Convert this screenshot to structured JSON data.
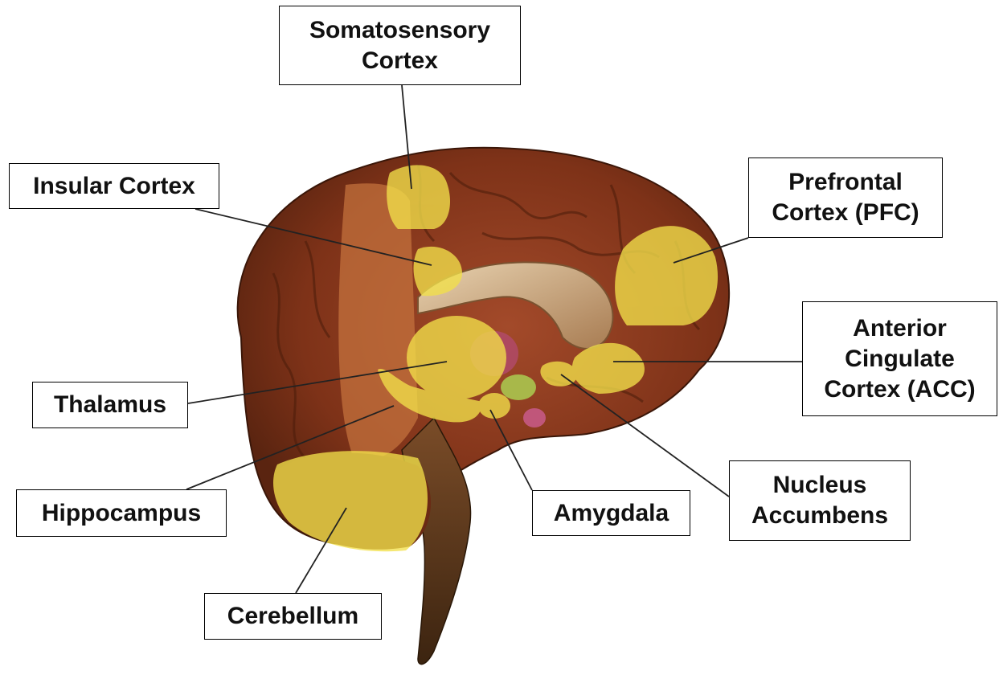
{
  "labels": {
    "somatosensory": "Somatosensory\nCortex",
    "insular": "Insular Cortex",
    "prefrontal": "Prefrontal\nCortex (PFC)",
    "acc": "Anterior\nCingulate\nCortex (ACC)",
    "thalamus": "Thalamus",
    "hippocampus": "Hippocampus",
    "amygdala": "Amygdala",
    "nucleus_accumbens": "Nucleus\nAccumbens",
    "cerebellum": "Cerebellum"
  },
  "colors": {
    "highlight": "#f2e04a",
    "cortex": "#8a3a22",
    "cortex_light": "#b05a34",
    "corpus_callosum": "#c9a27a",
    "brainstem": "#6b4223",
    "limbic_green": "#b9c46a",
    "pink": "#b04a68"
  }
}
